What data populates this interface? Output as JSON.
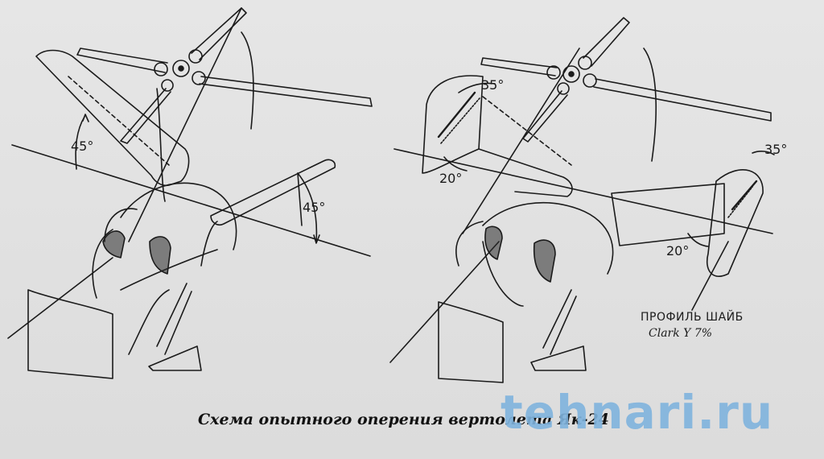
{
  "figure": {
    "caption": "Схема опытного оперения вертолета Як-24",
    "left_view": {
      "angle_upper": "45°",
      "angle_right": "45°"
    },
    "right_view": {
      "angle_top_left": "35°",
      "angle_bottom_left": "20°",
      "angle_top_right": "35°",
      "angle_bottom_right": "20°",
      "profile_title": "ПРОФИЛЬ ШАЙБ",
      "profile_subtitle": "Clark Y 7%"
    }
  },
  "watermark": {
    "text": "tehnari.ru"
  }
}
